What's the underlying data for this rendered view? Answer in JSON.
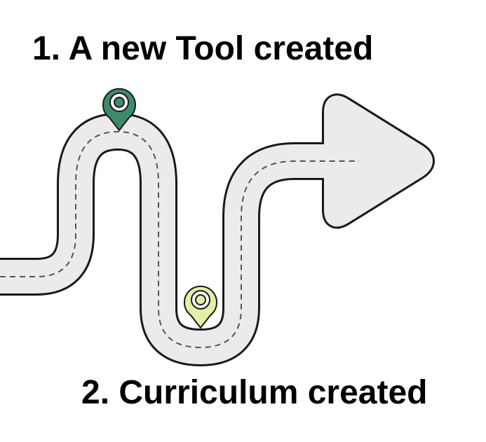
{
  "milestones": [
    {
      "label": "1. A new Tool created",
      "pin_color": "#3f8a6a"
    },
    {
      "label": "2. Curriculum created",
      "pin_color": "#e3f0a8"
    }
  ],
  "road": {
    "fill_color": "#ebebeb",
    "outline_color": "#1a1a1a",
    "center_line_color": "#555555",
    "shape": "winding road ending in arrow pointing right"
  }
}
